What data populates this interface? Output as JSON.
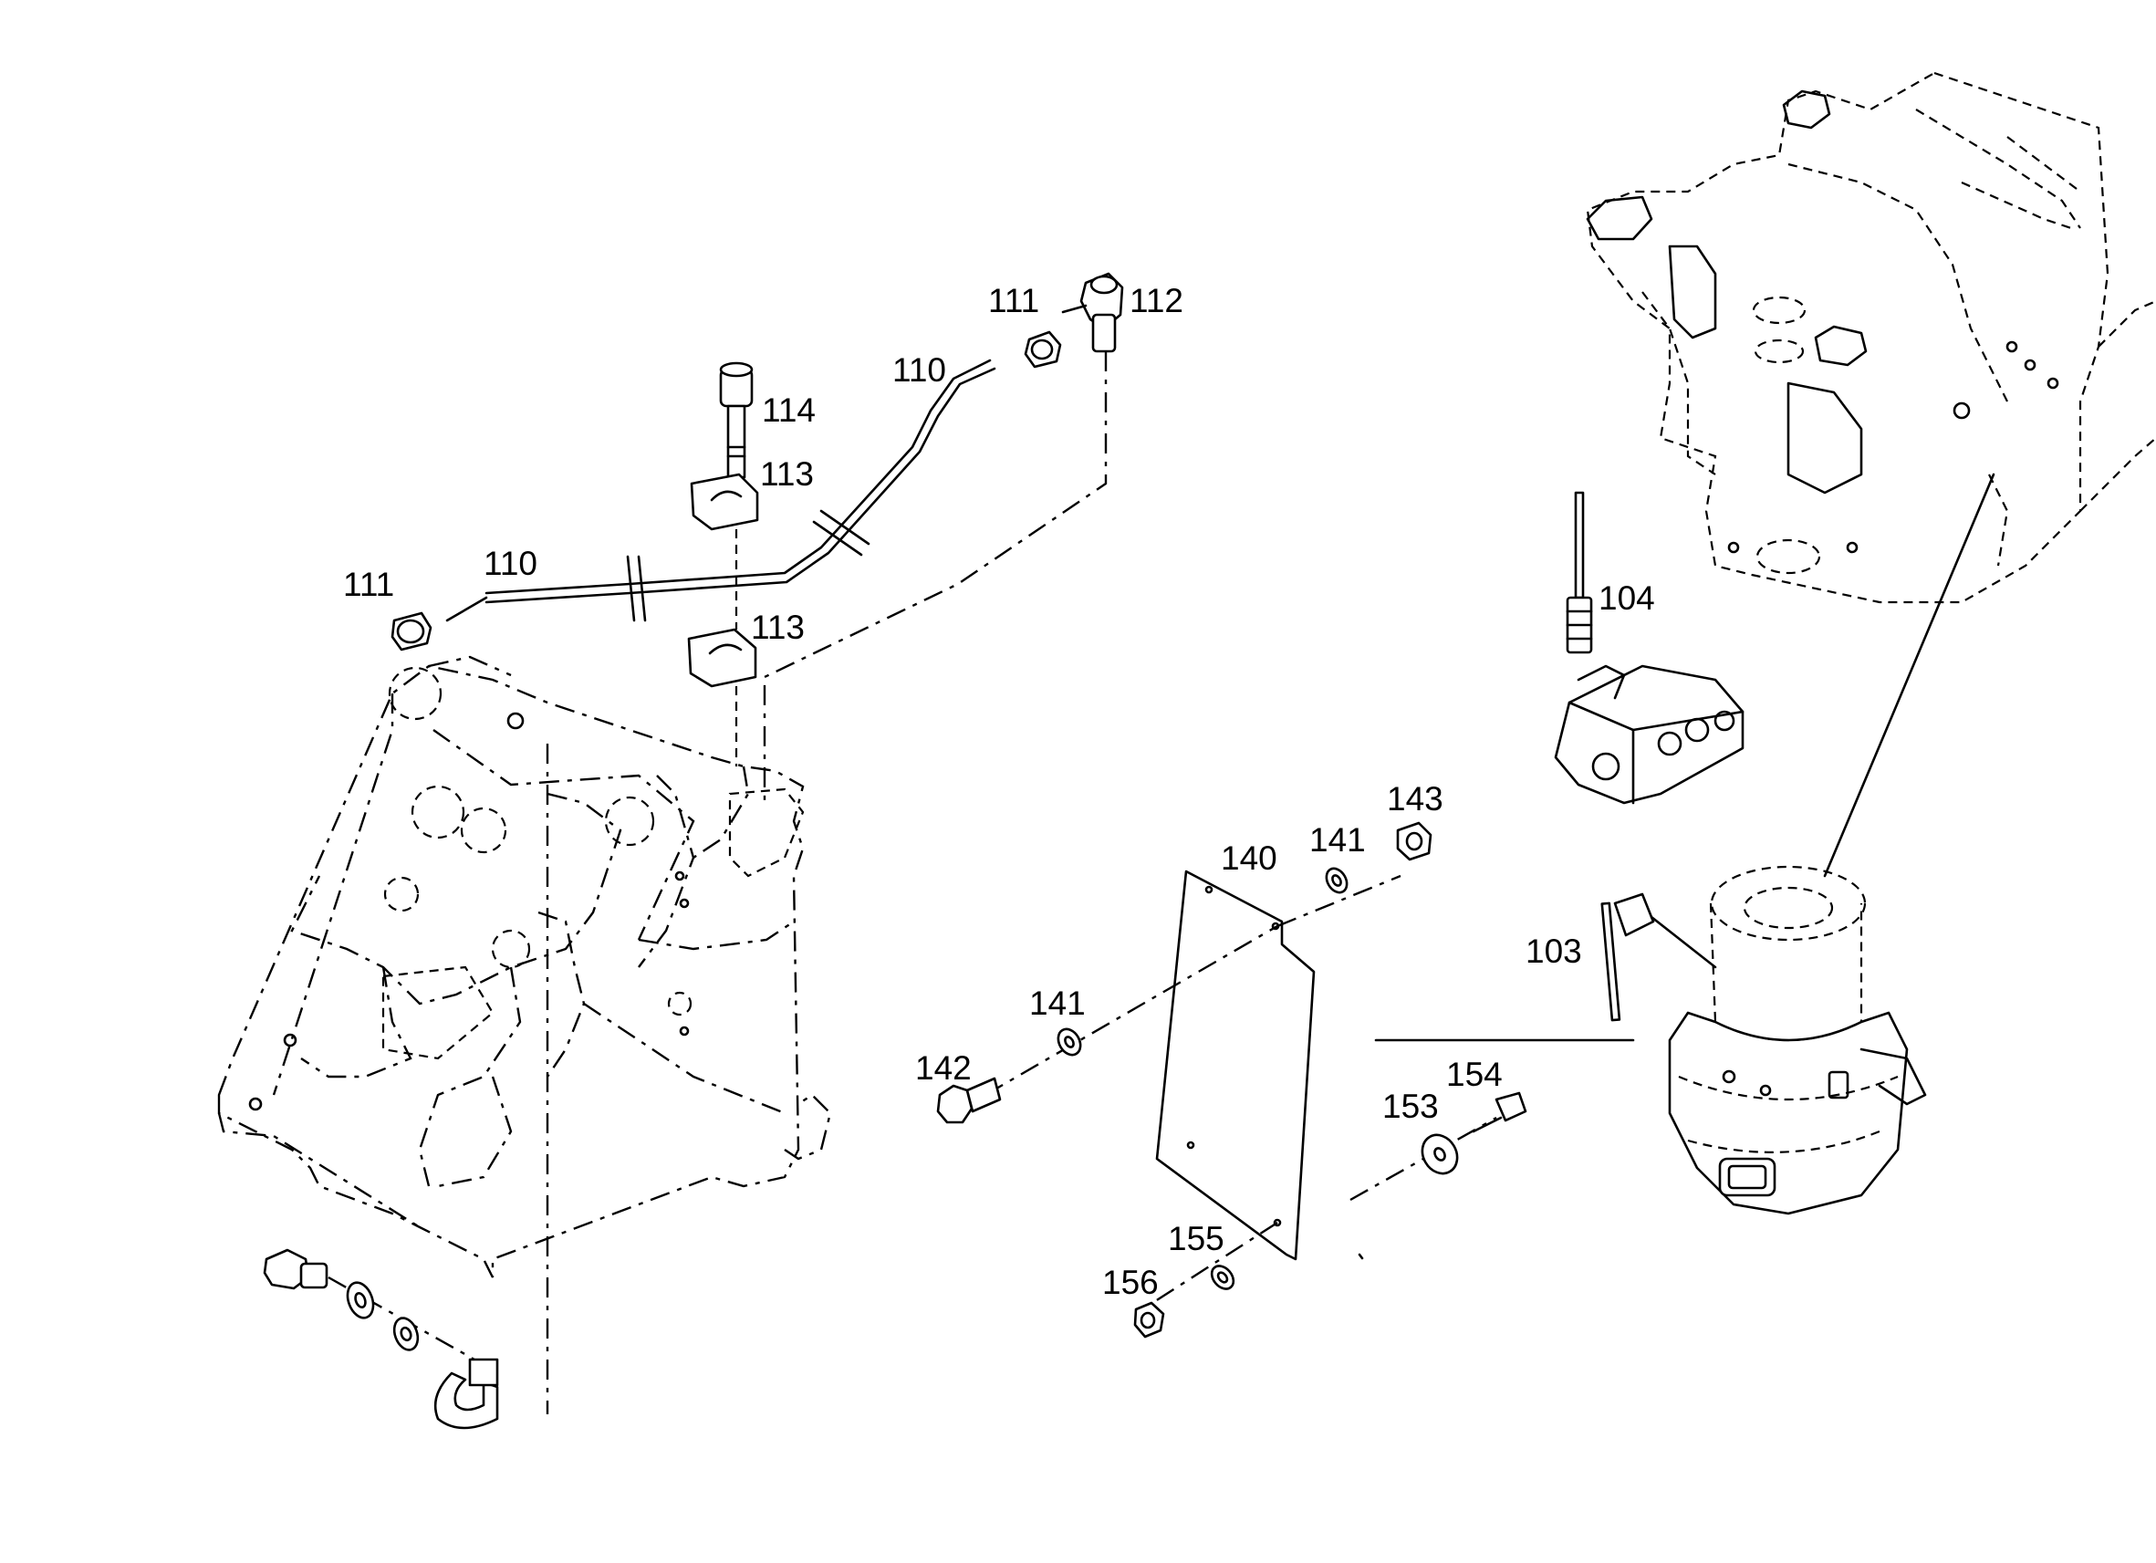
{
  "callouts": [
    {
      "id": "c-111-a",
      "text": "111"
    },
    {
      "id": "c-112",
      "text": "112"
    },
    {
      "id": "c-110-a",
      "text": "110"
    },
    {
      "id": "c-114",
      "text": "114"
    },
    {
      "id": "c-113-a",
      "text": "113"
    },
    {
      "id": "c-111-b",
      "text": "111"
    },
    {
      "id": "c-110-b",
      "text": "110"
    },
    {
      "id": "c-113-b",
      "text": "113"
    },
    {
      "id": "c-104",
      "text": "104"
    },
    {
      "id": "c-143",
      "text": "143"
    },
    {
      "id": "c-141-a",
      "text": "141"
    },
    {
      "id": "c-140",
      "text": "140"
    },
    {
      "id": "c-103",
      "text": "103"
    },
    {
      "id": "c-141-b",
      "text": "141"
    },
    {
      "id": "c-142",
      "text": "142"
    },
    {
      "id": "c-154",
      "text": "154"
    },
    {
      "id": "c-153",
      "text": "153"
    },
    {
      "id": "c-155",
      "text": "155"
    },
    {
      "id": "c-156",
      "text": "156"
    }
  ]
}
